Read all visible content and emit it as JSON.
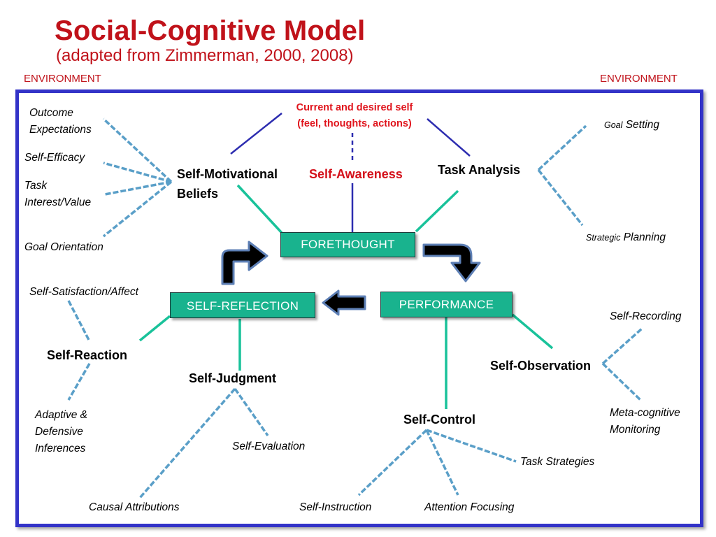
{
  "title": "Social-Cognitive Model",
  "subtitle": "(adapted from Zimmerman, 2000, 2008)",
  "environment": {
    "left": "ENVIRONMENT",
    "right": "ENVIRONMENT"
  },
  "current_self": {
    "line1": "Current and desired self",
    "line2": "(feel, thoughts, actions)"
  },
  "phases": {
    "forethought": "FORETHOUGHT",
    "performance": "PERFORMANCE",
    "self_reflection": "SELF-REFLECTION"
  },
  "processes": {
    "self_motivational_line1": "Self-Motivational",
    "self_motivational_line2": "Beliefs",
    "self_awareness": "Self-Awareness",
    "task_analysis": "Task Analysis",
    "self_reaction": "Self-Reaction",
    "self_judgment": "Self-Judgment",
    "self_observation": "Self-Observation",
    "self_control": "Self-Control"
  },
  "subprocesses": {
    "outcome_expectations_line1": "Outcome",
    "outcome_expectations_line2": "Expectations",
    "self_efficacy": "Self-Efficacy",
    "task_interest_line1": "Task",
    "task_interest_line2": "Interest/Value",
    "goal_orientation": "Goal Orientation",
    "goal_setting_small": "Goal",
    "goal_setting_rest": "Setting",
    "strategic_planning_small": "Strategic",
    "strategic_planning_rest": "Planning",
    "self_satisfaction": "Self-Satisfaction/Affect",
    "adaptive_line1": "Adaptive &",
    "adaptive_line2": "Defensive",
    "adaptive_line3": "Inferences",
    "self_evaluation": "Self-Evaluation",
    "causal_attributions": "Causal Attributions",
    "self_recording": "Self-Recording",
    "metacognitive_line1": "Meta-cognitive",
    "metacognitive_line2": "Monitoring",
    "task_strategies": "Task Strategies",
    "self_instruction": "Self-Instruction",
    "attention_focusing": "Attention Focusing"
  },
  "colors": {
    "title": "#c0121a",
    "frame": "#3333c8",
    "phase_fill": "#19b38e",
    "solid_connector": "#19c29a",
    "dashed_connector": "#5a9fc8",
    "awareness_connector": "#2d2db0",
    "highlight_text": "#d4101a"
  }
}
